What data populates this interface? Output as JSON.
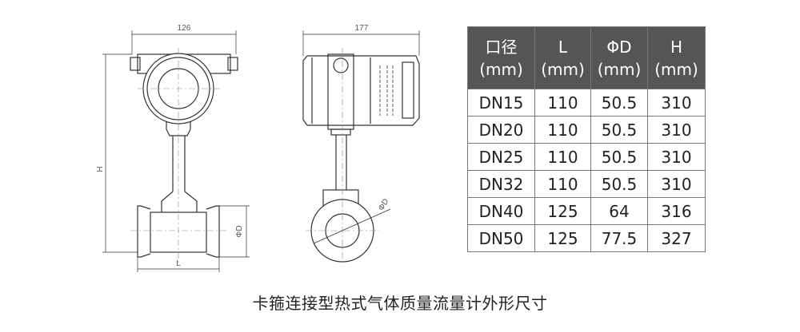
{
  "drawing": {
    "front_view": {
      "width_label": "126",
      "height_label": "H",
      "length_label": "L",
      "diameter_label": "ΦD"
    },
    "side_view": {
      "width_label": "177",
      "diameter_label": "ΦD"
    }
  },
  "table": {
    "headers": [
      {
        "name": "口径",
        "unit": "(mm)"
      },
      {
        "name": "L",
        "unit": "(mm)"
      },
      {
        "name": "ΦD",
        "unit": "(mm)"
      },
      {
        "name": "H",
        "unit": "(mm)"
      }
    ],
    "rows": [
      [
        "DN15",
        "110",
        "50.5",
        "310"
      ],
      [
        "DN20",
        "110",
        "50.5",
        "310"
      ],
      [
        "DN25",
        "110",
        "50.5",
        "310"
      ],
      [
        "DN32",
        "110",
        "50.5",
        "310"
      ],
      [
        "DN40",
        "125",
        "64",
        "316"
      ],
      [
        "DN50",
        "125",
        "77.5",
        "327"
      ]
    ]
  },
  "caption": "卡箍连接型热式气体质量流量计外形尺寸"
}
